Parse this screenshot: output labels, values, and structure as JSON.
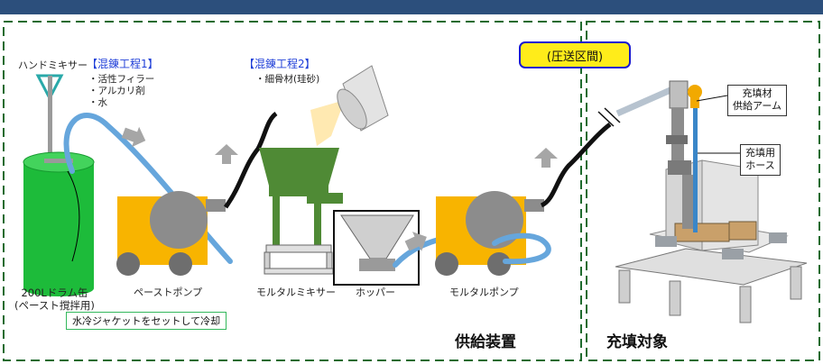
{
  "labels": {
    "hand_mixer": "ハンドミキサー",
    "step1": "【混錬工程1】",
    "step1_items": [
      "・活性フィラー",
      "・アルカリ剤",
      "・水"
    ],
    "step2": "【混錬工程2】",
    "step2_items": [
      "・細骨材(珪砂)"
    ],
    "drum_line1": "200Lドラム缶",
    "drum_line2": "(ペースト撹拌用)",
    "paste_pump": "ペーストポンプ",
    "mortar_mixer": "モルタルミキサー",
    "hopper": "ホッパー",
    "mortar_pump": "モルタルポンプ",
    "cooling_note": "水冷ジャケットをセットして冷却",
    "pressure_section": "(圧送区間)",
    "supply_arm_line1": "充填材",
    "supply_arm_line2": "供給アーム",
    "hose_line1": "充填用",
    "hose_line2": "ホース",
    "supply_equipment": "供給装置",
    "filling_target": "充填対象"
  },
  "colors": {
    "header_bar": "#2c4f7c",
    "frame_dash": "#1e6b2e",
    "drum_green": "#1dbb3a",
    "pump_yellow": "#f8b400",
    "pump_gray": "#8c8c8c",
    "mixer_green": "#4f8a35",
    "hose_blue": "#66a6dc",
    "pill_yellow": "#ffec1a",
    "pill_border": "#1a1ad0",
    "step_blue": "#1f3fd8",
    "note_border": "#33b85c"
  }
}
